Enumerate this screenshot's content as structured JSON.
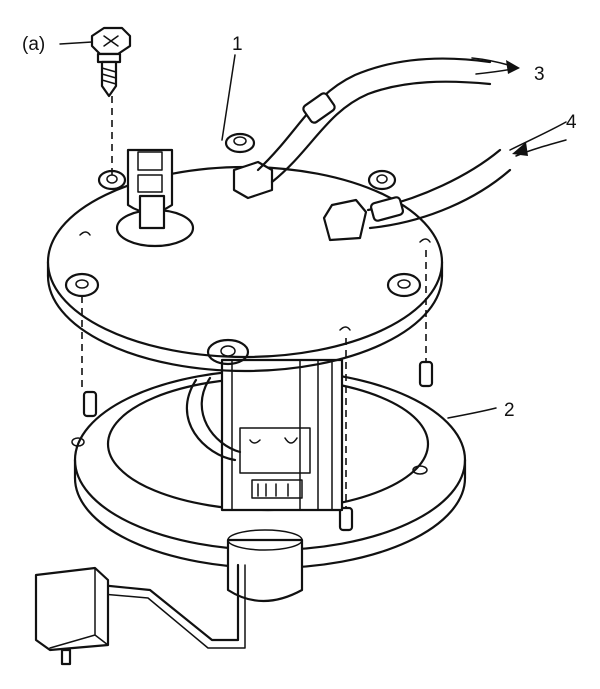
{
  "callouts": {
    "a": "(a)",
    "c1": "1",
    "c2": "2",
    "c3": "3",
    "c4": "4"
  },
  "colors": {
    "line": "#111111",
    "background": "#ffffff"
  }
}
